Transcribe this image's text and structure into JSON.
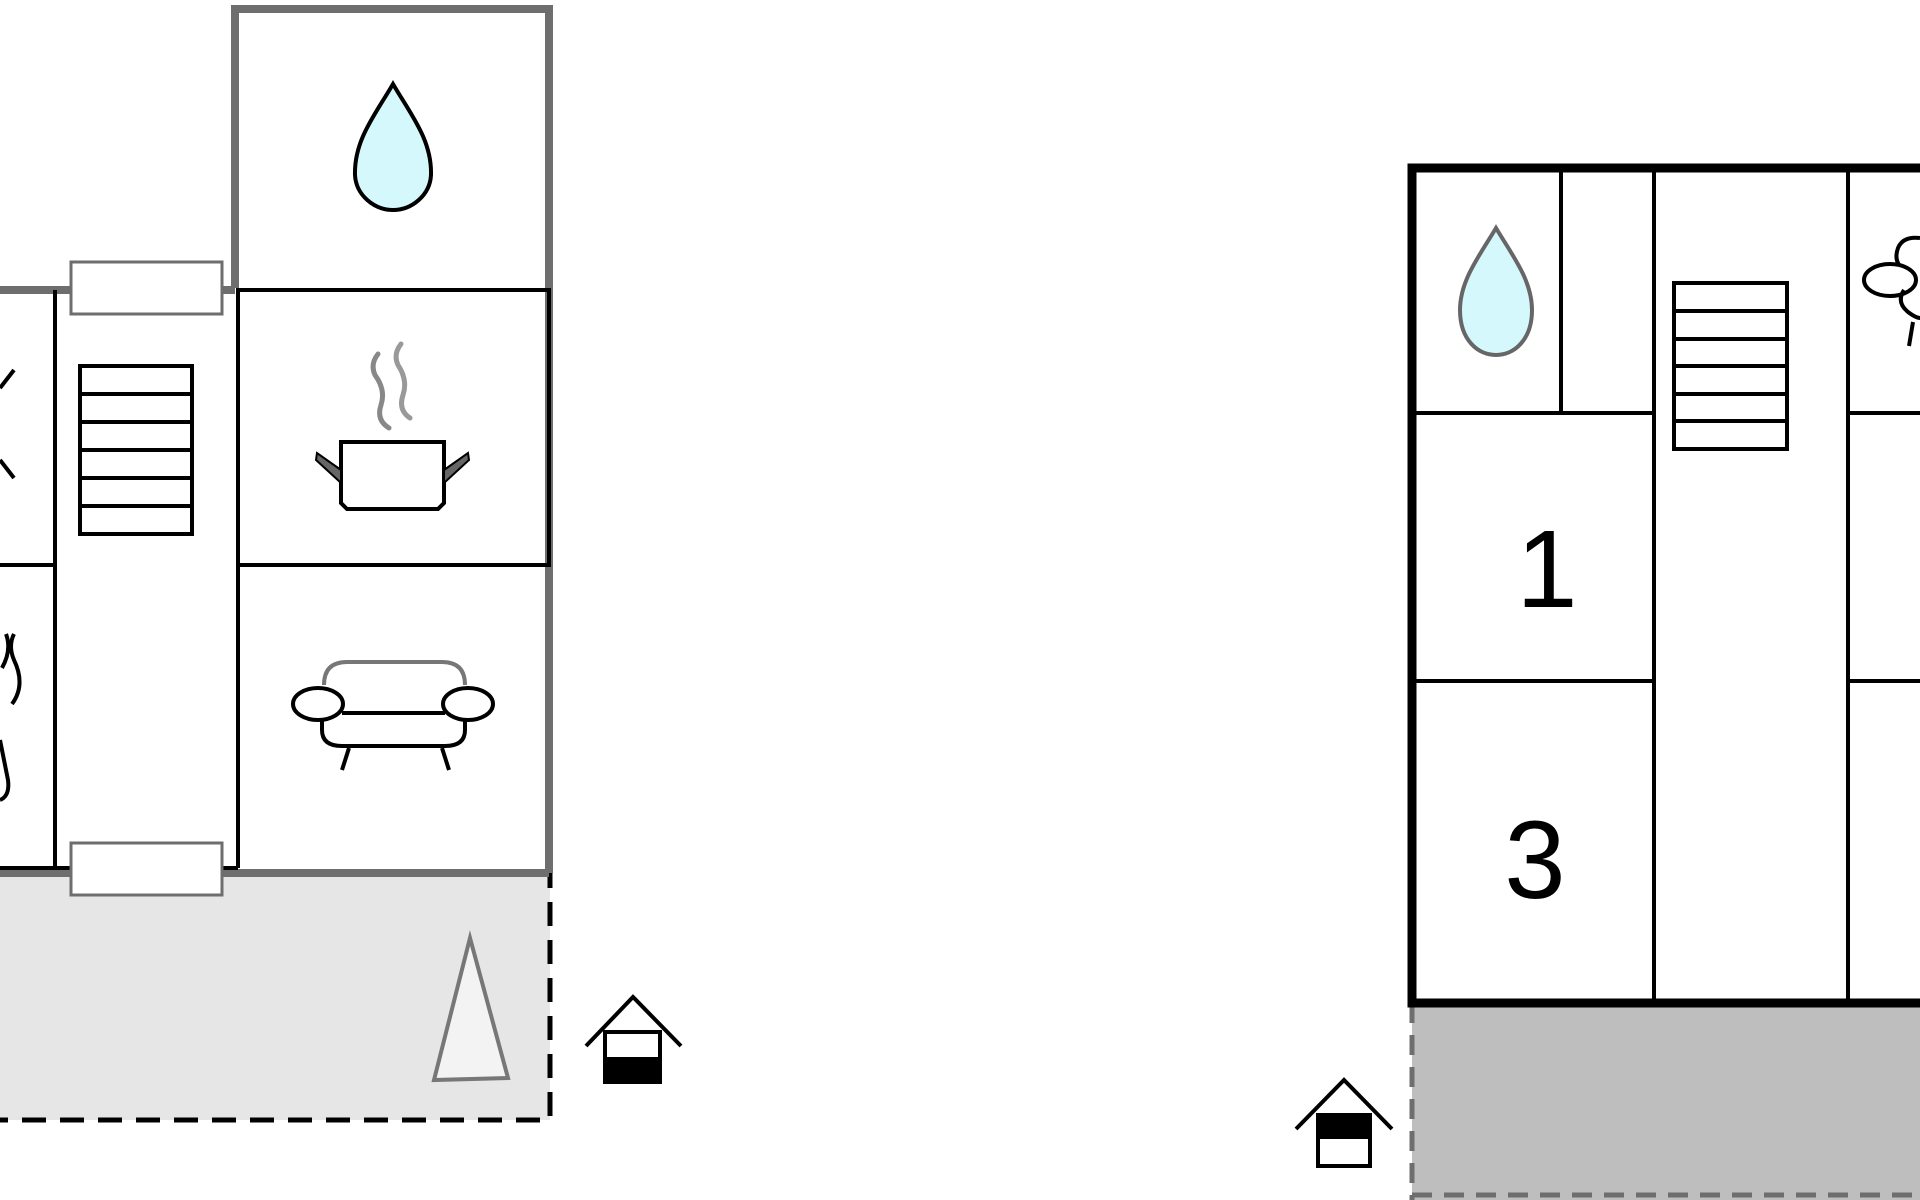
{
  "floor_plan": {
    "left_floor": {
      "rooms": [
        {
          "name": "bathroom",
          "icon": "water-drop-icon"
        },
        {
          "name": "kitchen",
          "icon": "cooking-pot-icon"
        },
        {
          "name": "living-room",
          "icon": "sofa-icon"
        },
        {
          "name": "stairs",
          "icon": "staircase-icon"
        },
        {
          "name": "sauna",
          "icon": "steam-icon"
        },
        {
          "name": "terrace",
          "icon": "parasol-icon"
        }
      ],
      "entrance_icon": "entrance-house-icon"
    },
    "right_floor": {
      "rooms": [
        {
          "name": "bathroom",
          "icon": "water-drop-icon"
        },
        {
          "name": "stairs",
          "icon": "staircase-icon"
        },
        {
          "name": "balcony",
          "icon": "garden-chair-icon"
        },
        {
          "name": "bedroom-1",
          "label": "1"
        },
        {
          "name": "bedroom-3",
          "label": "3"
        }
      ],
      "entrance_icon": "entrance-house-icon"
    },
    "colors": {
      "wall": "#000000",
      "outer_wall": "#6e6e6e",
      "water": "#d4f8fb",
      "terrace": "#e6e6e6",
      "patio": "#bebebe"
    }
  }
}
